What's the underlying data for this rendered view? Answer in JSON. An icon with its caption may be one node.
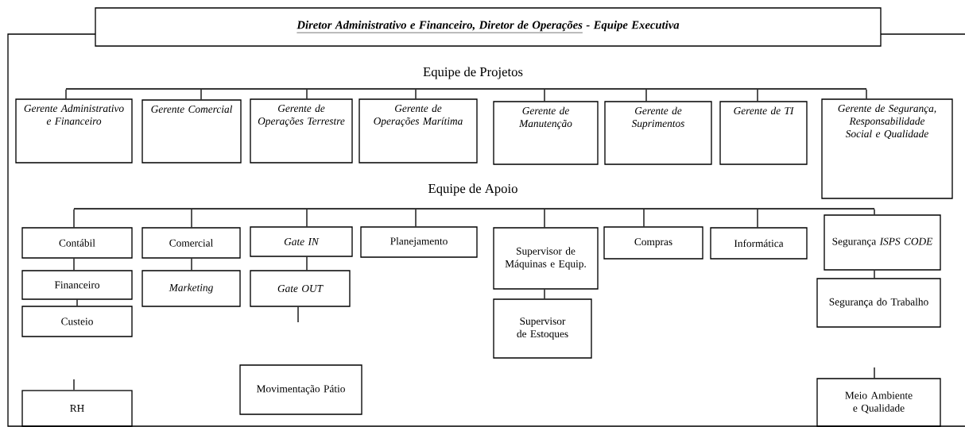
{
  "diagram": {
    "nodes": [
      {
        "text": [
          "Diretor Administrativo e Financeiro, Diretor de Operações",
          "- Equipe Executiva"
        ]
      },
      {
        "text": [
          "Gerente Administrativo e Financeiro"
        ]
      },
      {
        "text": [
          "Gerente Comercial"
        ]
      },
      {
        "text": [
          "Gerente de Operações Terrestre"
        ]
      },
      {
        "text": [
          "Gerente de Operações Marítima"
        ]
      },
      {
        "text": [
          "Gerente de Manutenção"
        ]
      },
      {
        "text": [
          "Gerente de Suprimentos"
        ]
      },
      {
        "text": [
          "Gerente de TI"
        ]
      },
      {
        "text": [
          "Gerente de Segurança, Responsabilidade Social e Qualidade"
        ]
      },
      {
        "text": [
          "Contábil"
        ]
      },
      {
        "text": [
          "Financeiro"
        ]
      },
      {
        "text": [
          "Custeio"
        ]
      },
      {
        "text": [
          "Comercial"
        ]
      },
      {
        "text": [
          "Marketing"
        ]
      },
      {
        "text": [
          "Gate IN"
        ]
      },
      {
        "text": [
          "Gate OUT"
        ]
      },
      {
        "text": [
          "Planejamento"
        ]
      },
      {
        "text": [
          "Supervisor de Máquinas e Equip."
        ]
      },
      {
        "text": [
          "Supervisor de Estoques"
        ]
      },
      {
        "text": [
          "Compras"
        ]
      },
      {
        "text": [
          "Informática"
        ]
      },
      {
        "text": [
          "Segurança *ISPS CODE*"
        ]
      },
      {
        "text": [
          "Segurança do Trabalho"
        ]
      },
      {
        "text": [
          "Movimentação Pátio"
        ]
      },
      {
        "text": [
          "RH"
        ]
      },
      {
        "text": [
          "Meio Ambiente e Qualidade"
        ]
      },
      {
        "text": [],
        "shape": "bar"
      },
      {
        "text": [],
        "shape": "bar"
      }
    ],
    "edges": [
      {
        "from": 26,
        "to": 1,
        "arrow": "none"
      },
      {
        "from": 26,
        "to": 2,
        "arrow": "none"
      },
      {
        "from": 26,
        "to": 3,
        "arrow": "none"
      },
      {
        "from": 26,
        "to": 4,
        "arrow": "none"
      },
      {
        "from": 26,
        "to": 5,
        "arrow": "none"
      },
      {
        "from": 26,
        "to": 6,
        "arrow": "none"
      },
      {
        "from": 26,
        "to": 7,
        "arrow": "none"
      },
      {
        "from": 26,
        "to": 8,
        "arrow": "none"
      },
      {
        "from": 27,
        "to": 9,
        "arrow": "none"
      },
      {
        "from": 27,
        "to": 12,
        "arrow": "none"
      },
      {
        "from": 27,
        "to": 14,
        "arrow": "none"
      },
      {
        "from": 27,
        "to": 16,
        "arrow": "none"
      },
      {
        "from": 27,
        "to": 17,
        "arrow": "none"
      },
      {
        "from": 27,
        "to": 19,
        "arrow": "none"
      },
      {
        "from": 27,
        "to": 20,
        "arrow": "none"
      },
      {
        "from": 27,
        "to": 21,
        "arrow": "none"
      },
      {
        "from": 9,
        "to": 10,
        "arrow": "none"
      },
      {
        "from": 10,
        "to": 11,
        "arrow": "none"
      },
      {
        "from": 12,
        "to": 13,
        "arrow": "none"
      },
      {
        "from": 14,
        "to": 15,
        "arrow": "none"
      },
      {
        "from": 17,
        "to": 18,
        "arrow": "none"
      },
      {
        "from": 21,
        "to": 22,
        "arrow": "none"
      },
      {
        "from": 15,
        "to": null,
        "arrow": "none"
      },
      {
        "from": null,
        "to": 24,
        "arrow": "none"
      },
      {
        "from": null,
        "to": 25,
        "arrow": "none"
      }
    ],
    "labels": [
      "Equipe de Projetos",
      "Equipe de Apoio"
    ]
  }
}
